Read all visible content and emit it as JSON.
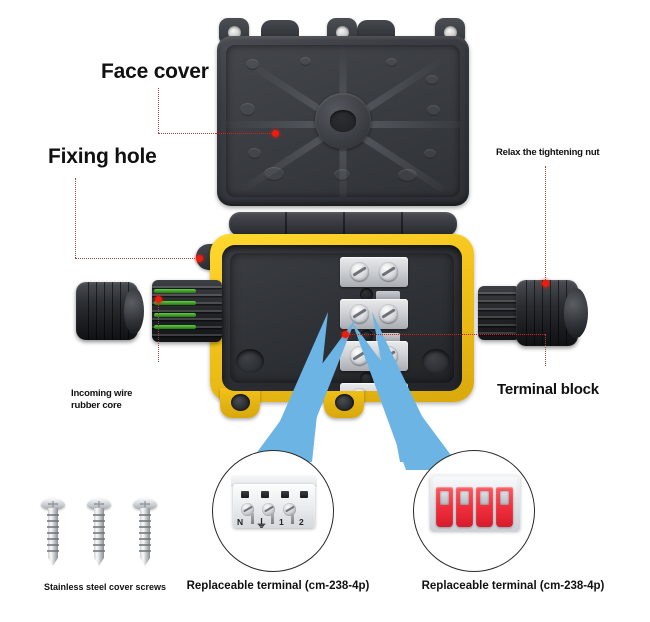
{
  "product": {
    "name": "waterproof-junction-box",
    "colors": {
      "gasket_yellow": "#F2C21A",
      "body_black": "#2F3236",
      "callout_blue": "#6CB4E4",
      "marker_red": "#EE1B0E",
      "leader_brown": "#9A4A3C",
      "lever_red": "#F4323F",
      "rubber_green": "#4FBE2F",
      "background": "#FFFFFF"
    }
  },
  "callouts": [
    {
      "id": "face-cover",
      "label": "Face cover",
      "size": "xl"
    },
    {
      "id": "fixing-hole",
      "label": "Fixing hole",
      "size": "xl"
    },
    {
      "id": "relax-nut",
      "label": "Relax the tightening nut",
      "size": "sm"
    },
    {
      "id": "terminal-block",
      "label": "Terminal block",
      "size": "lg"
    },
    {
      "id": "incoming-wire",
      "label": "Incoming wire\nrubber core",
      "size": "sm"
    }
  ],
  "bottom_captions": [
    {
      "id": "screws-caption",
      "label": "Stainless steel cover screws"
    },
    {
      "id": "left-terminal-caption",
      "label": "Replaceable terminal (cm-238-4p)"
    },
    {
      "id": "right-terminal-caption",
      "label": "Replaceable terminal (cm-238-4p)"
    }
  ],
  "insets": {
    "left": {
      "id": "screw-terminal-inset",
      "type": "screw-terminal-4-pole",
      "pole_marks": [
        "N",
        "⏚",
        "1",
        "2"
      ]
    },
    "right": {
      "id": "lever-terminal-inset",
      "type": "lever-terminal-4-pole",
      "lever_count": 4
    }
  },
  "parts": {
    "cover": {
      "mount_ear_count": 3,
      "rib_count": 8
    },
    "base": {
      "terminal_rows": 4,
      "foot_count": 2
    },
    "screws": {
      "count": 3
    },
    "glands": {
      "left": "open-with-rubber-core",
      "right": "assembled-tightening-nut"
    }
  }
}
